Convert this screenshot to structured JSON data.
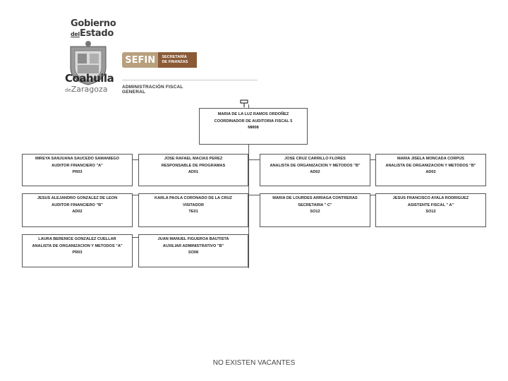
{
  "header": {
    "gobierno_line1": "Gobierno",
    "gobierno_del": "del",
    "gobierno_line2": "Estado",
    "coahuila": "Coahuila",
    "de": "de",
    "zaragoza": "Zaragoza",
    "sefin": "SEFIN",
    "secretaria_line1": "SECRETARÍA",
    "secretaria_line2": "DE FINANZAS",
    "admin_fiscal": "ADMINISTRACIÓN FISCAL GENERAL"
  },
  "head": {
    "name": "MARIA DE LA LUZ RAMOS ORDOÑEZ",
    "title": "COORDINADOR DE AUDITORIA FISCAL 5",
    "code": "MM08"
  },
  "staff": [
    {
      "name": "MIREYA SANJUANA SAUCEDO SAMANIEGO",
      "title": "AUDITOR FINANCIERO \"A\"",
      "code": "PR03"
    },
    {
      "name": "JOSE RAFAEL MACIAS PEREZ",
      "title": "RESPONSABLE DE PROGRAMAS",
      "code": "AD01"
    },
    {
      "name": "JOSE CRUZ CARRILLO FLORES",
      "title": "ANALISTA DE ORGANIZACION Y METODOS \"B\"",
      "code": "AD02"
    },
    {
      "name": "MARIA JISELA MONCADA CORPUS",
      "title": "ANALISTA DE ORGANIZACION Y METODOS \"B\"",
      "code": "AD02"
    },
    {
      "name": "JESUS ALEJANDRO GONZALEZ DE LEON",
      "title": "AUDITOR FINANCIERO \"B\"",
      "code": "AD02"
    },
    {
      "name": "KARLA PAOLA CORONADO DE LA CRUZ",
      "title": "VISITADOR",
      "code": "TE01"
    },
    {
      "name": "MARIA DE LOURDES ARRIAGA CONTRERAS",
      "title": "SECRETARIA \" C\"",
      "code": "SO12"
    },
    {
      "name": "JESUS FRANCISCO AYALA RODRIGUEZ",
      "title": "ASISTENTE FISCAL \" A\"",
      "code": "SO12"
    },
    {
      "name": "LAURA BERENICE GONZALEZ CUELLAR",
      "title": "ANALISTA DE ORGANIZACION Y METODOS \"A\"",
      "code": "PR03"
    },
    {
      "name": "JUAN MANUEL FIGUEROA BAUTISTA",
      "title": "AUXILIAR ADMINISTRATIVO \"B\"",
      "code": "SO08"
    }
  ],
  "footer": "NO EXISTEN VACANTES"
}
